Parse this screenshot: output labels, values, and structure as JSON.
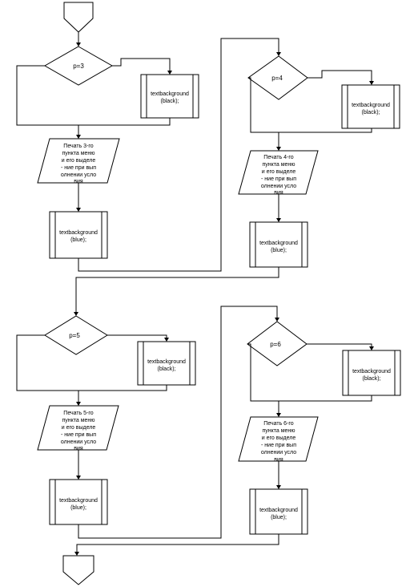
{
  "blocks": [
    {
      "condition": "p=3",
      "yes_process": [
        "textbackground",
        "(black);"
      ],
      "print": [
        "Печать 3-го",
        "пункта меню",
        "и его выделе",
        "- ние при вып",
        "олнении усло",
        "вия"
      ],
      "no_process": [
        "textbackground",
        "(blue);"
      ]
    },
    {
      "condition": "p=4",
      "yes_process": [
        "textbackground",
        "(black);"
      ],
      "print": [
        "Печать 4-го",
        "пункта меню",
        "и его выделе",
        "- ние при вып",
        "олнении усло",
        "вия"
      ],
      "no_process": [
        "textbackground",
        "(blue);"
      ]
    },
    {
      "condition": "p=5",
      "yes_process": [
        "textbackground",
        "(black);"
      ],
      "print": [
        "Печать 5-го",
        "пункта меню",
        "и его выделе",
        "- ние при вып",
        "олнении усло",
        "вия"
      ],
      "no_process": [
        "textbackground",
        "(blue);"
      ]
    },
    {
      "condition": "p=6",
      "yes_process": [
        "textbackground",
        "(black);"
      ],
      "print": [
        "Печать 6-го",
        "пункта меню",
        "и его выделе",
        "- ние при вып",
        "олнении усло",
        "вия"
      ],
      "no_process": [
        "textbackground",
        "(blue);"
      ]
    }
  ]
}
